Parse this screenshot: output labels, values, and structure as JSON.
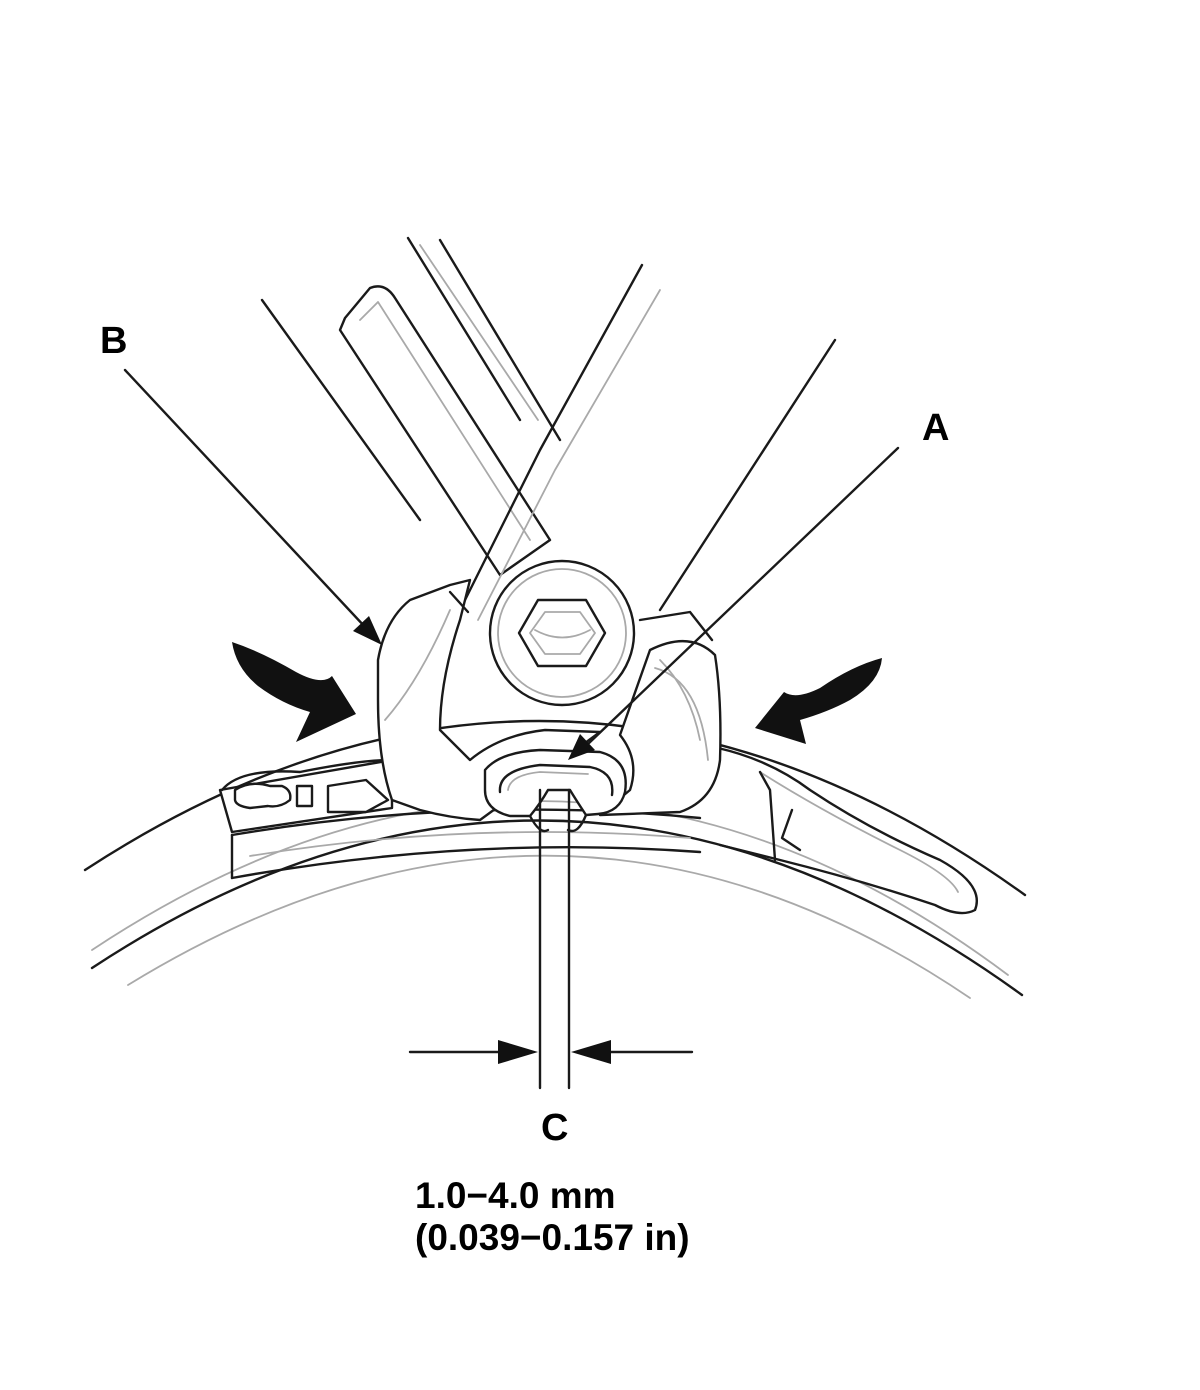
{
  "callouts": {
    "a": "A",
    "b": "B",
    "c": "C"
  },
  "specification": {
    "metric": "1.0−4.0 mm",
    "imperial": "(0.039−0.157 in)"
  },
  "colors": {
    "line": "#1a1a1a",
    "light_line": "#a9a9a9",
    "background": "#ffffff"
  },
  "icons": [
    "squeeze-arrow-left-icon",
    "squeeze-arrow-right-icon",
    "dimension-arrow-icon"
  ]
}
